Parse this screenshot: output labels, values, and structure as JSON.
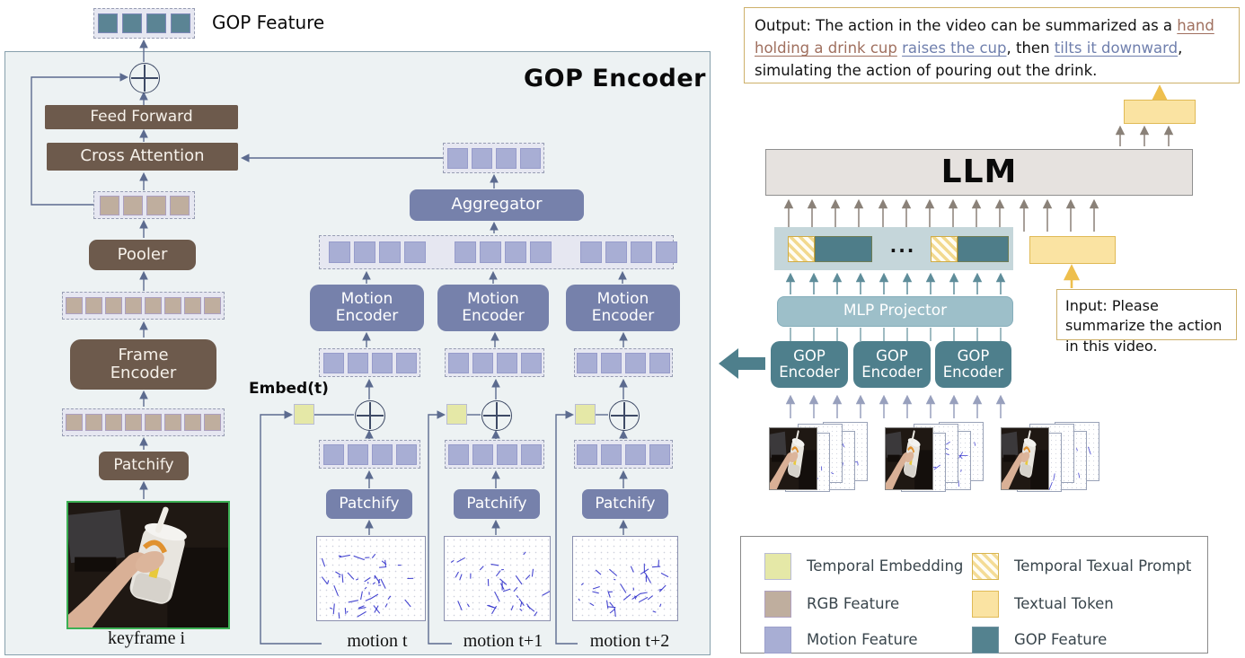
{
  "left_panel": {
    "title": "GOP Encoder",
    "gop_feature_label": "GOP Feature",
    "feed_forward": "Feed Forward",
    "cross_attention": "Cross Attention",
    "pooler": "Pooler",
    "frame_encoder": "Frame Encoder",
    "patchify": "Patchify",
    "aggregator": "Aggregator",
    "motion_encoder": "Motion Encoder",
    "embed_label": "Embed(t)",
    "keyframe_label": "keyframe i",
    "motion_labels": [
      "motion t",
      "motion t+1",
      "motion t+2"
    ]
  },
  "right_panel": {
    "output_segments": [
      {
        "text": "Output: The action in the video can be summarized as a ",
        "style": "plain"
      },
      {
        "text": "hand holding a drink cup",
        "style": "rgb"
      },
      {
        "text": " ",
        "style": "plain"
      },
      {
        "text": "raises the cup",
        "style": "motion"
      },
      {
        "text": ", then ",
        "style": "plain"
      },
      {
        "text": "tilts it downward",
        "style": "motion"
      },
      {
        "text": ", simulating the action of pouring out the drink.",
        "style": "plain"
      }
    ],
    "llm": "LLM",
    "mlp_projector": "MLP Projector",
    "gop_encoder_block": "GOP Encoder",
    "ellipsis": "...",
    "input_text": "Input: Please summarize the action in this video.",
    "legend": [
      {
        "label": "Temporal Embedding",
        "swatch": "temporal-embedding"
      },
      {
        "label": "RGB Feature",
        "swatch": "rgb-feature"
      },
      {
        "label": "Motion Feature",
        "swatch": "motion-feature"
      },
      {
        "label": "Temporal Texual Prompt",
        "swatch": "temporal-textual-prompt"
      },
      {
        "label": "Textual Token",
        "swatch": "textual-token"
      },
      {
        "label": "GOP Feature",
        "swatch": "gop-feature"
      }
    ]
  },
  "colors": {
    "panel_bg": "#edf2f3",
    "panel_border": "#87a0ac",
    "brown_block": "#6d5a4c",
    "purple_block": "#7681ab",
    "teal_block": "#4e7f8c",
    "gop_token": "#5b8494",
    "rgb_token": "#bfae9e",
    "motion_token": "#a8aed4",
    "temporal_embedding": "#e5e8a7",
    "textual_token": "#fae3a2",
    "gold_border": "#cdb06a",
    "llm_bg": "#e6e2df",
    "mlp_bg": "#9dbfc9",
    "arrow_slate": "#5c6b8f",
    "arrow_gold": "#eebf4d",
    "keyframe_border": "#3cb054",
    "motion_vector_blue": "#3333cc"
  }
}
